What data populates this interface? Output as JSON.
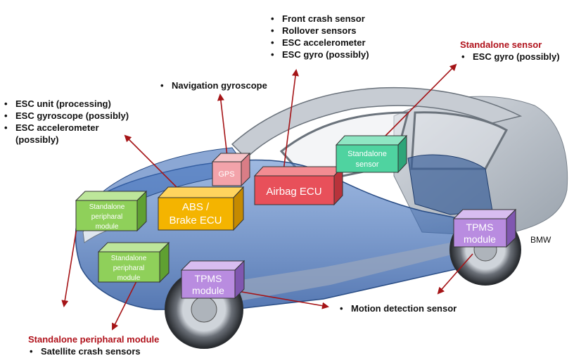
{
  "colors": {
    "arrow": "#a51417",
    "green_box": "#8fd05a",
    "yellow_box": "#f4b400",
    "gps_box": "#f3a3aa",
    "airbag_box": "#e8505a",
    "teal_box": "#4fd3a0",
    "purple_box": "#b98ce0",
    "title_red": "#b0121b"
  },
  "modules": {
    "gps": "GPS",
    "airbag": "Airbag ECU",
    "standalone_sensor": [
      "Standalone",
      "sensor"
    ],
    "abs": [
      "ABS /",
      "Brake ECU"
    ],
    "peripheral_1": [
      "Standalone",
      "peripharal",
      "module"
    ],
    "peripheral_2": [
      "Standalone",
      "peripharal",
      "module"
    ],
    "tpms_front": [
      "TPMS",
      "module"
    ],
    "tpms_rear": [
      "TPMS",
      "module"
    ]
  },
  "annotations": {
    "top_center": [
      "Front crash sensor",
      "Rollover sensors",
      "ESC accelerometer",
      "ESC gyro (possibly)"
    ],
    "standalone_sensor_title": "Standalone sensor",
    "standalone_sensor_items": [
      "ESC gyro (possibly)"
    ],
    "navigation": [
      "Navigation gyroscope"
    ],
    "esc_left": [
      "ESC unit (processing)",
      "ESC gyroscope (possibly)",
      "ESC accelerometer (possibly)"
    ],
    "motion": [
      "Motion detection sensor"
    ],
    "peripheral_title": "Standalone peripharal module",
    "peripheral_items": [
      "Satellite crash sensors"
    ]
  },
  "brand": "BMW"
}
